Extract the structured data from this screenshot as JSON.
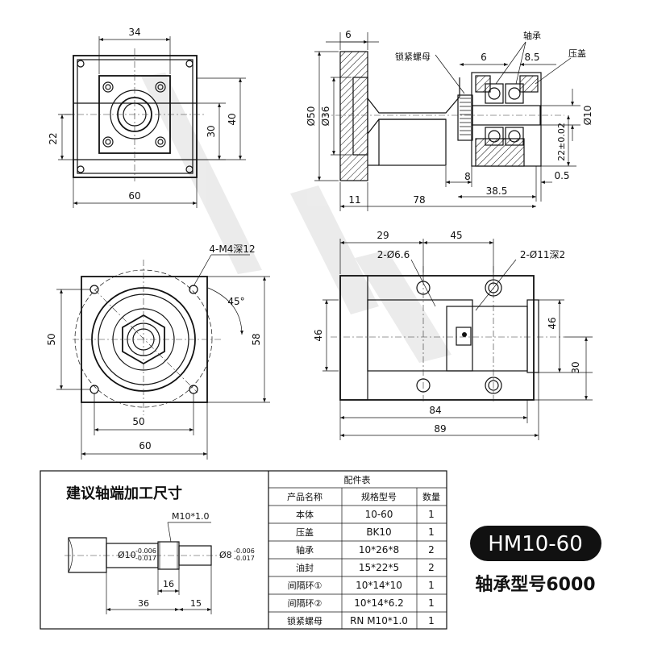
{
  "views": {
    "top_left": {
      "dims": {
        "width_top": "34",
        "height_a": "30",
        "height_b": "40",
        "offset_left": "22",
        "width_bottom": "60"
      }
    },
    "top_right": {
      "labels": {
        "lock_nut": "锁紧螺母",
        "bearing": "轴承",
        "gland": "压盖"
      },
      "dims": {
        "d6_top": "6",
        "d6_mid": "6",
        "d85": "8.5",
        "phi50": "Ø50",
        "phi36": "Ø36",
        "phi10": "Ø10",
        "h22": "22±0.02",
        "d8": "8",
        "d05": "0.5",
        "d385": "38.5",
        "d11": "11",
        "d78": "78"
      }
    },
    "mid_left": {
      "dims": {
        "holes": "4-M4深12",
        "angle": "45°",
        "h50": "50",
        "h58": "58",
        "w50": "50",
        "w60": "60"
      }
    },
    "mid_right": {
      "dims": {
        "d29": "29",
        "d45": "45",
        "holes_a": "2-Ø6.6",
        "holes_b": "2-Ø11深2",
        "h46_left": "46",
        "h46_right": "46",
        "h30": "30",
        "w84": "84",
        "w89": "89"
      }
    }
  },
  "shaft_panel": {
    "title": "建议轴端加工尺寸",
    "thread": "M10*1.0",
    "phi10": "Ø10",
    "tol10_up": "-0.006",
    "tol10_dn": "-0.017",
    "phi8": "Ø8",
    "tol8_up": "-0.006",
    "tol8_dn": "-0.017",
    "d16": "16",
    "d36": "36",
    "d15": "15"
  },
  "parts_table": {
    "title": "配件表",
    "headers": [
      "产品名称",
      "规格型号",
      "数量"
    ],
    "rows": [
      [
        "本体",
        "10-60",
        "1"
      ],
      [
        "压盖",
        "BK10",
        "1"
      ],
      [
        "轴承",
        "10*26*8",
        "2"
      ],
      [
        "油封",
        "15*22*5",
        "2"
      ],
      [
        "间隔环①",
        "10*14*10",
        "1"
      ],
      [
        "间隔环②",
        "10*14*6.2",
        "1"
      ],
      [
        "锁紧螺母",
        "RN M10*1.0",
        "1"
      ]
    ]
  },
  "model": {
    "name": "HM10-60",
    "bearing_model": "轴承型号6000"
  }
}
